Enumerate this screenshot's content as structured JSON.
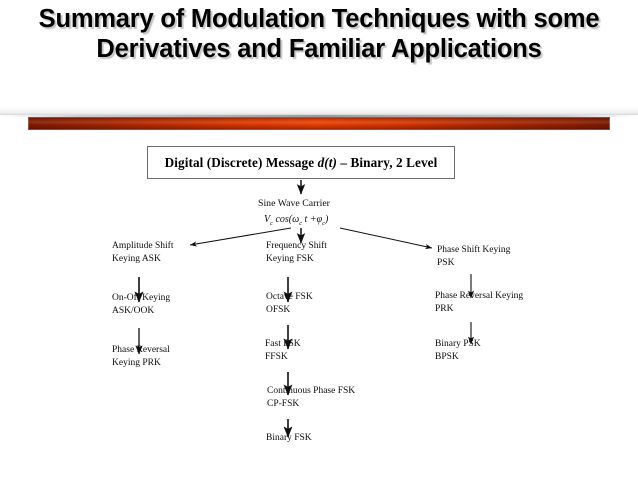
{
  "slide": {
    "title": "Summary of Modulation Techniques with some Derivatives and Familiar Applications",
    "background_color": "#ffffff",
    "divider": {
      "bar_color_dark": "#7d1c03",
      "bar_color_bright": "#ea4104"
    }
  },
  "diagram": {
    "root": {
      "label_prefix": "Digital (Discrete) Message ",
      "label_italic": "d(t)",
      "label_suffix": " – Binary, 2 Level"
    },
    "carrier": {
      "label": "Sine Wave Carrier",
      "formula_plain": "V_c cos(ω_c t + φ_c)",
      "formula_v": "V",
      "formula_sub1": "c",
      "formula_mid": " cos(",
      "formula_omega": "ω",
      "formula_sub2": "c",
      "formula_t": " t +",
      "formula_phi": "φ",
      "formula_sub3": "c",
      "formula_close": ")"
    },
    "branches": [
      {
        "name": "amplitude-shift-keying",
        "nodes": [
          "Amplitude Shift\nKeying ASK",
          "On-Off Keying\nASK/OOK",
          "Phase Reversal\nKeying PRK"
        ]
      },
      {
        "name": "frequency-shift-keying",
        "nodes": [
          "Frequency Shift\nKeying FSK",
          "Octave FSK\nOFSK",
          "Fast FSK\nFFSK",
          "Continuous Phase FSK\nCP-FSK",
          "Binary FSK"
        ]
      },
      {
        "name": "phase-shift-keying",
        "nodes": [
          "Phase Shift Keying\nPSK",
          "Phase Reversal Keying\nPRK",
          "Binary PSK\nBPSK"
        ]
      }
    ]
  }
}
